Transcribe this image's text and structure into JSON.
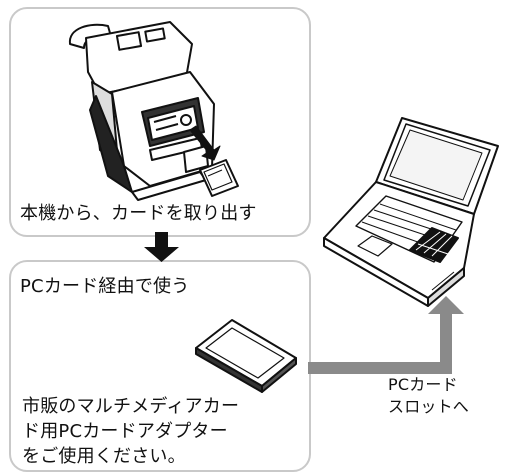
{
  "step1": {
    "label": "本機から、カードを取り出す"
  },
  "step2": {
    "label": "PCカード経由で使う"
  },
  "adapter_note": {
    "lines": [
      "市販のマルチメディアカー",
      "ド用PCカードアダプター",
      "をご使用ください。"
    ]
  },
  "slot_label": {
    "lines": [
      "PCカード",
      "スロットへ"
    ]
  },
  "colors": {
    "box_border": "#c9c9c9",
    "arrow_gray": "#8a8a8a",
    "arrow_black": "#111111",
    "ink": "#111111"
  }
}
